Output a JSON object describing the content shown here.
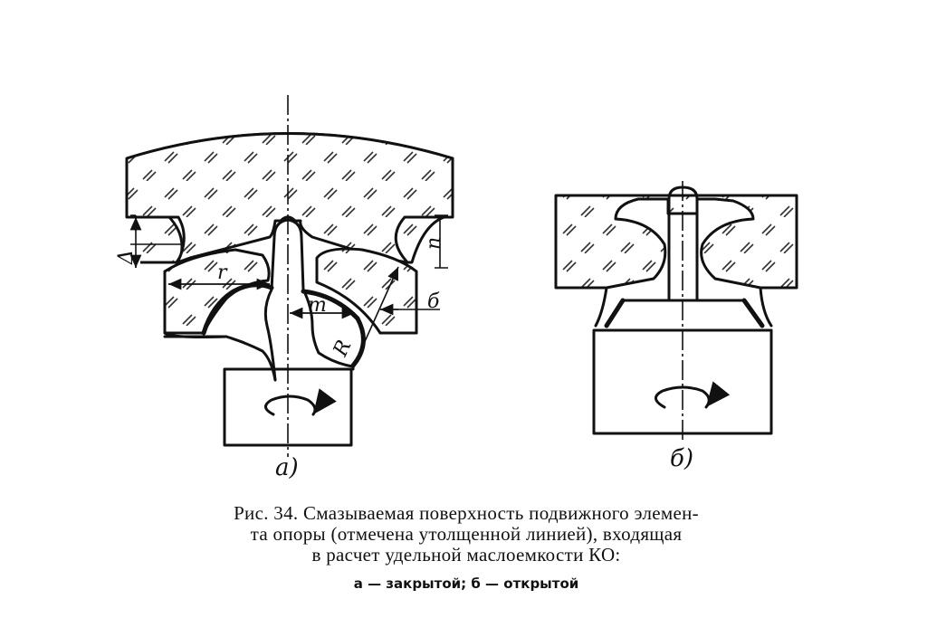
{
  "figure": {
    "labels": {
      "a": "а)",
      "b": "б)",
      "r": "r",
      "m": "m",
      "R": "R",
      "n": "n",
      "delta": "Δ",
      "b_small": "б"
    },
    "caption_lines": [
      "Рис. 34. Смазываемая поверхность подвижного элемен-",
      "та опоры (отмечена утолщенной линией), входящая",
      "в расчет удельной маслоемкости КО:"
    ],
    "legend": "а — закрытой; б — открытой",
    "icons": [
      "rotation-arrow-icon"
    ],
    "colors": {
      "ink": "#111111",
      "paper": "#ffffff"
    }
  }
}
